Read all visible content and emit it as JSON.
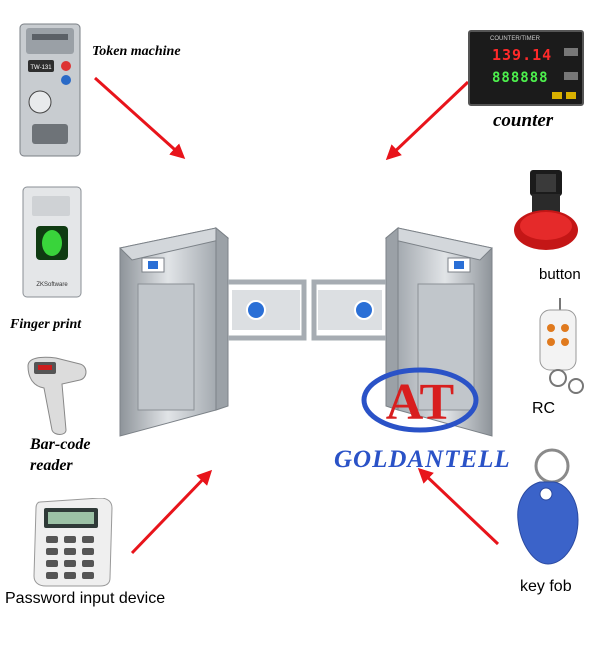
{
  "labels": {
    "token_machine": "Token machine",
    "counter": "counter",
    "finger_print": "Finger print",
    "button": "button",
    "rc": "RC",
    "barcode_line1": "Bar-code",
    "barcode_line2": "reader",
    "password": "Password input device",
    "key_fob": "key fob"
  },
  "brand": {
    "mark": "AT",
    "name": "GOLDANTELL"
  },
  "counter_display": {
    "header": "COUNTER/TIMER",
    "top_value": "139.14",
    "bottom_value": "888888"
  },
  "devices": {
    "token_model": "TW-131",
    "fingerprint_brand": "ZKSoftware"
  },
  "colors": {
    "arrow": "#e8141b",
    "brand_blue": "#2a52c7",
    "brand_red": "#d81e1e",
    "steel": "#b9bec4"
  }
}
